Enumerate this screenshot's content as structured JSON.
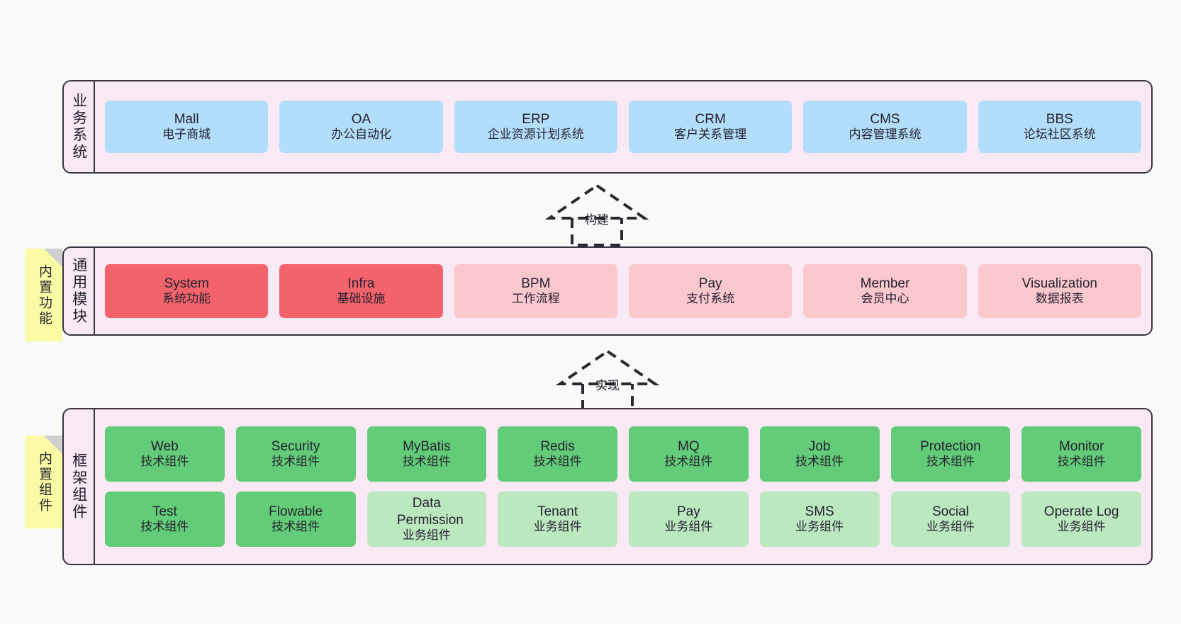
{
  "diagram": {
    "title_hidden": "",
    "colors": {
      "canvas": "#F9F9F9",
      "band_bg": "#F8E9F4",
      "band_border": "#3A3340",
      "blue": "#B3DEFB",
      "red": "#F2636C",
      "pink": "#FBC8CE",
      "green": "#63CC78",
      "light_green": "#BCE8C0",
      "note_bg": "#FBFBA6",
      "note_fold": "#CFCFCF"
    }
  },
  "bands": [
    {
      "caption": "业务系统",
      "rows": [
        [
          {
            "name": "Mall",
            "desc": "电子商城",
            "color": "blue"
          },
          {
            "name": "OA",
            "desc": "办公自动化",
            "color": "blue"
          },
          {
            "name": "ERP",
            "desc": "企业资源计划系统",
            "color": "blue"
          },
          {
            "name": "CRM",
            "desc": "客户关系管理",
            "color": "blue"
          },
          {
            "name": "CMS",
            "desc": "内容管理系统",
            "color": "blue"
          },
          {
            "name": "BBS",
            "desc": "论坛社区系统",
            "color": "blue"
          }
        ]
      ]
    },
    {
      "caption": "通用模块",
      "note": "内置功能",
      "rows": [
        [
          {
            "name": "System",
            "desc": "系统功能",
            "color": "red"
          },
          {
            "name": "Infra",
            "desc": "基础设施",
            "color": "red"
          },
          {
            "name": "BPM",
            "desc": "工作流程",
            "color": "pink"
          },
          {
            "name": "Pay",
            "desc": "支付系统",
            "color": "pink"
          },
          {
            "name": "Member",
            "desc": "会员中心",
            "color": "pink"
          },
          {
            "name": "Visualization",
            "desc": "数据报表",
            "color": "pink"
          }
        ]
      ]
    },
    {
      "caption": "框架组件",
      "note": "内置组件",
      "rows": [
        [
          {
            "name": "Web",
            "desc": "技术组件",
            "color": "green"
          },
          {
            "name": "Security",
            "desc": "技术组件",
            "color": "green"
          },
          {
            "name": "MyBatis",
            "desc": "技术组件",
            "color": "green"
          },
          {
            "name": "Redis",
            "desc": "技术组件",
            "color": "green"
          },
          {
            "name": "MQ",
            "desc": "技术组件",
            "color": "green"
          },
          {
            "name": "Job",
            "desc": "技术组件",
            "color": "green"
          },
          {
            "name": "Protection",
            "desc": "技术组件",
            "color": "green"
          },
          {
            "name": "Monitor",
            "desc": "技术组件",
            "color": "green"
          }
        ],
        [
          {
            "name": "Test",
            "desc": "技术组件",
            "color": "green"
          },
          {
            "name": "Flowable",
            "desc": "技术组件",
            "color": "green"
          },
          {
            "name": "Data Permission",
            "desc": "业务组件",
            "color": "light_green"
          },
          {
            "name": "Tenant",
            "desc": "业务组件",
            "color": "light_green"
          },
          {
            "name": "Pay",
            "desc": "业务组件",
            "color": "light_green"
          },
          {
            "name": "SMS",
            "desc": "业务组件",
            "color": "light_green"
          },
          {
            "name": "Social",
            "desc": "业务组件",
            "color": "light_green"
          },
          {
            "name": "Operate Log",
            "desc": "业务组件",
            "color": "light_green"
          }
        ]
      ]
    }
  ],
  "connectors": [
    {
      "label": "构建"
    },
    {
      "label": "实现"
    }
  ]
}
